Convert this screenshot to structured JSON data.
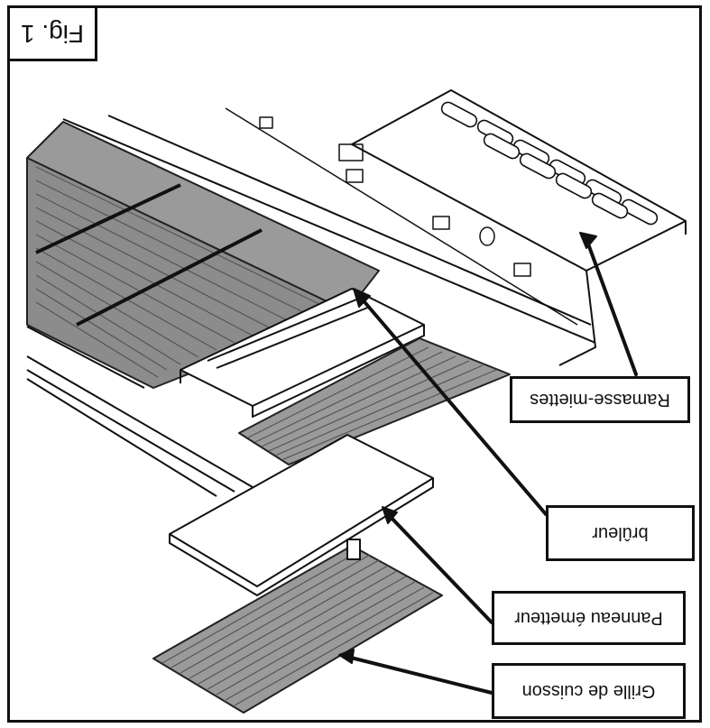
{
  "figure": {
    "label": "Fig. 1",
    "orientation": "upside-down"
  },
  "callouts": [
    {
      "id": "ramasse-miettes",
      "text": "Ramasse-miettes"
    },
    {
      "id": "bruleur",
      "text": "brûleur"
    },
    {
      "id": "panneau-emetteur",
      "text": "Panneau émetteur"
    },
    {
      "id": "grille-de-cuisson",
      "text": "Grille de cuisson"
    }
  ],
  "colors": {
    "ink": "#111111",
    "paper": "#ffffff",
    "grate": "#8a8a8a"
  }
}
